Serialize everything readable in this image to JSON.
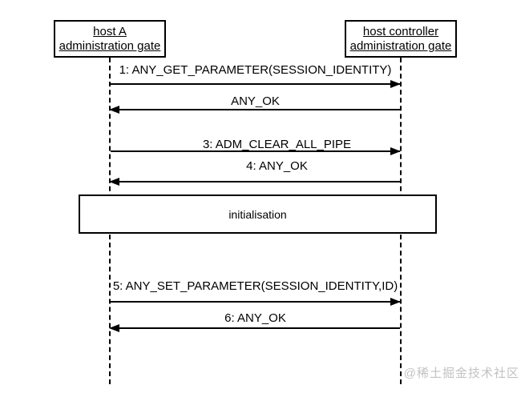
{
  "diagram": {
    "actors": [
      {
        "line1": "host A",
        "line2": "administration gate"
      },
      {
        "line1": "host controller",
        "line2": "administration gate"
      }
    ],
    "messages": [
      {
        "label": "1: ANY_GET_PARAMETER(SESSION_IDENTITY)",
        "direction": "right",
        "from": "host A administration gate",
        "to": "host controller administration gate"
      },
      {
        "label": "ANY_OK",
        "direction": "left",
        "from": "host controller administration gate",
        "to": "host A administration gate"
      },
      {
        "label": "3: ADM_CLEAR_ALL_PIPE",
        "direction": "right",
        "from": "host A administration gate",
        "to": "host controller administration gate"
      },
      {
        "label": "4: ANY_OK",
        "direction": "left",
        "from": "host controller administration gate",
        "to": "host A administration gate"
      },
      {
        "label": "5: ANY_SET_PARAMETER(SESSION_IDENTITY,ID)",
        "direction": "right",
        "from": "host A administration gate",
        "to": "host controller administration gate"
      },
      {
        "label": "6: ANY_OK",
        "direction": "left",
        "from": "host controller administration gate",
        "to": "host A administration gate"
      }
    ],
    "frame_label": "initialisation",
    "colors": {
      "line": "#000000",
      "background": "#ffffff",
      "watermark": "#c2c2c2"
    }
  },
  "watermark": {
    "text": "@稀土掘金技术社区"
  }
}
